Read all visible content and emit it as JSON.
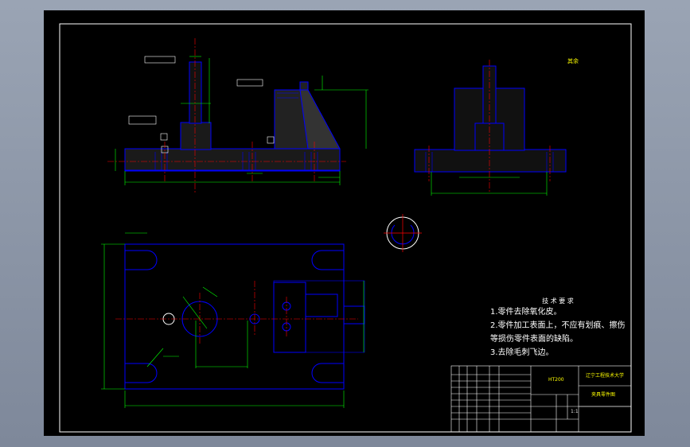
{
  "drawing": {
    "tech_requirements": {
      "title": "技 术 要 求",
      "lines": [
        "1.零件去除氧化皮。",
        "2.零件加工表面上，不应有划痕、擦伤",
        "等损伤零件表面的缺陷。",
        "3.去除毛刺飞边。"
      ]
    },
    "title_block": {
      "material": "HT200",
      "school": "辽宁工程技术大学",
      "part_name": "夹具零件图",
      "scale": "1:1"
    },
    "surface_finish": "其余",
    "colors": {
      "sheet": "#000000",
      "outline": "#0000ff",
      "dimension": "#00ff00",
      "centerline": "#ff0000",
      "text": "#ffffff",
      "frame": "#ffffff",
      "title_text": "#ffff00"
    }
  }
}
